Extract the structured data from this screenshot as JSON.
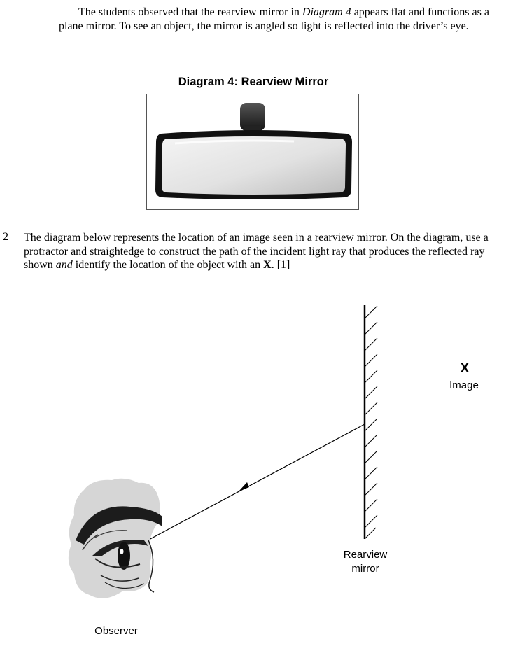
{
  "intro": {
    "part1": "The students observed that the rearview mirror in ",
    "part2_italic": "Diagram 4",
    "part3": " appears flat and functions as a plane mirror. To see an object, the mirror is angled so light is reflected into the driver’s eye."
  },
  "diagram4": {
    "title": "Diagram 4: Rearview Mirror"
  },
  "question": {
    "number": "2",
    "text_a": "The diagram below represents the location of an image seen in a rearview mirror. On the diagram, use a protractor and straightedge to construct the path of the incident light ray that produces the reflected ray shown ",
    "text_b_italic": "and",
    "text_c": " identify the location of the object with an ",
    "text_d_bold": "X",
    "text_e": ".  [1]"
  },
  "figure": {
    "image_marker": "X",
    "image_label": "Image",
    "mirror_label_line1": "Rearview",
    "mirror_label_line2": "mirror",
    "observer_label": "Observer"
  }
}
